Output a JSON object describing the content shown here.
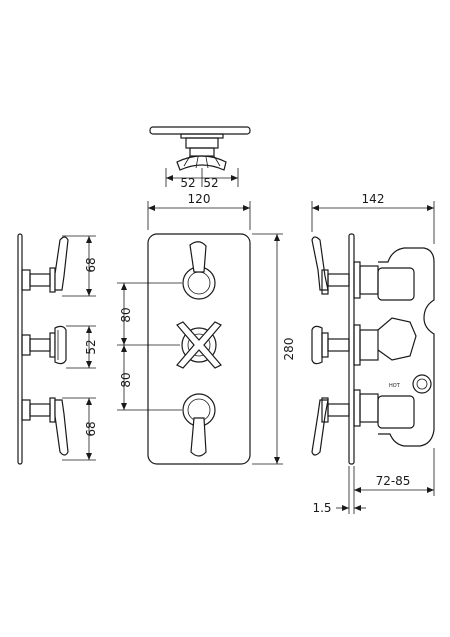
{
  "dimensions": {
    "top_left_half": "52",
    "top_right_half": "52",
    "front_width": "120",
    "front_height": "280",
    "front_spacing_upper": "80",
    "front_spacing_lower": "80",
    "side_top": "68",
    "side_middle": "52",
    "side_bottom": "68",
    "right_depth": "142",
    "right_range": "72-85",
    "right_plate": "1.5"
  },
  "labels": {
    "hot": "HOT"
  }
}
